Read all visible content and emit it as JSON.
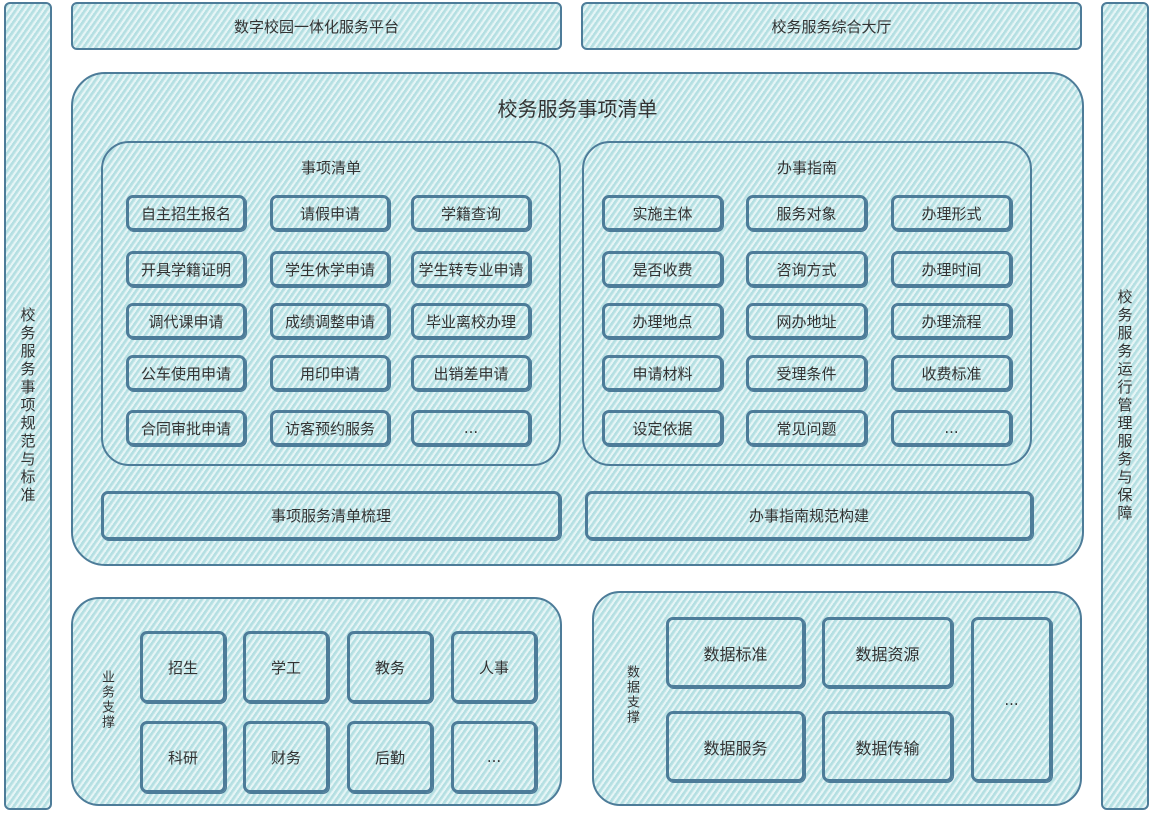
{
  "left_bar": "校务服务事项规范与标准",
  "right_bar": "校务服务运行管理服务与保障",
  "top": [
    "数字校园一体化服务平台",
    "校务服务综合大厅"
  ],
  "main": {
    "title": "校务服务事项清单",
    "list_panel": {
      "title": "事项清单",
      "items": [
        "自主招生报名",
        "请假申请",
        "学籍查询",
        "开具学籍证明",
        "学生休学申请",
        "学生转专业申请",
        "调代课申请",
        "成绩调整申请",
        "毕业离校办理",
        "公车使用申请",
        "用印申请",
        "出销差申请",
        "合同审批申请",
        "访客预约服务",
        "..."
      ]
    },
    "guide_panel": {
      "title": "办事指南",
      "items": [
        "实施主体",
        "服务对象",
        "办理形式",
        "是否收费",
        "咨询方式",
        "办理时间",
        "办理地点",
        "网办地址",
        "办理流程",
        "申请材料",
        "受理条件",
        "收费标准",
        "设定依据",
        "常见问题",
        "..."
      ]
    },
    "bottom": [
      "事项服务清单梳理",
      "办事指南规范构建"
    ]
  },
  "business": {
    "label": "业务支撑",
    "items": [
      "招生",
      "学工",
      "教务",
      "人事",
      "科研",
      "财务",
      "后勤",
      "..."
    ]
  },
  "data_support": {
    "label": "数据支撑",
    "items": [
      "数据标准",
      "数据资源",
      "数据服务",
      "数据传输",
      "..."
    ]
  }
}
